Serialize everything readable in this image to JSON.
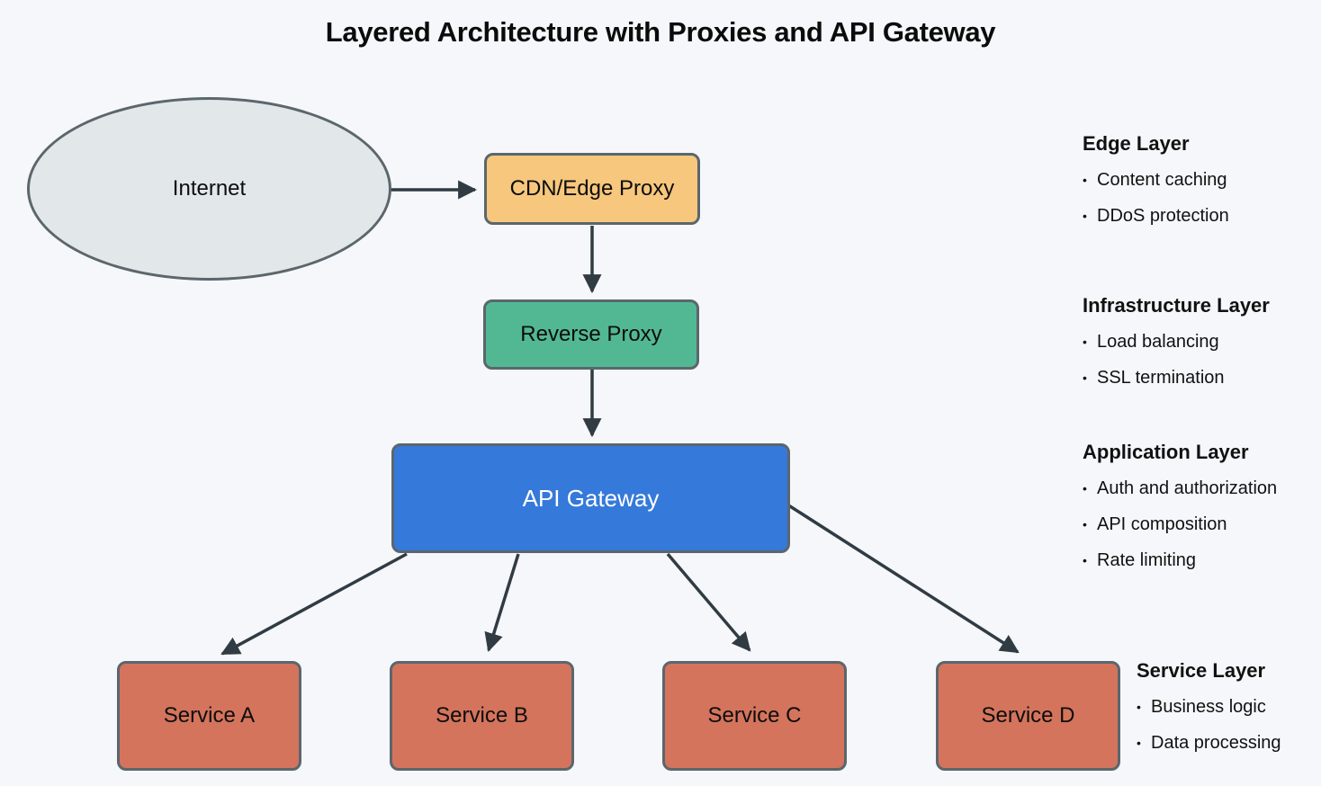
{
  "title": "Layered Architecture with Proxies and API Gateway",
  "nodes": {
    "internet": {
      "label": "Internet",
      "fill": "#e2e7ea"
    },
    "cdn": {
      "label": "CDN/Edge Proxy",
      "fill": "#f6c77d"
    },
    "reverse_proxy": {
      "label": "Reverse Proxy",
      "fill": "#52b894"
    },
    "api_gateway": {
      "label": "API Gateway",
      "fill": "#3579da"
    },
    "service_a": {
      "label": "Service A",
      "fill": "#d4745c"
    },
    "service_b": {
      "label": "Service B",
      "fill": "#d4745c"
    },
    "service_c": {
      "label": "Service C",
      "fill": "#d4745c"
    },
    "service_d": {
      "label": "Service D",
      "fill": "#d4745c"
    }
  },
  "annotations": [
    {
      "heading": "Edge Layer",
      "items": [
        "Content caching",
        "DDoS protection"
      ]
    },
    {
      "heading": "Infrastructure Layer",
      "items": [
        "Load balancing",
        "SSL termination"
      ]
    },
    {
      "heading": "Application Layer",
      "items": [
        "Auth and authorization",
        "API composition",
        "Rate limiting"
      ]
    },
    {
      "heading": "Service Layer",
      "items": [
        "Business logic",
        "Data processing"
      ]
    }
  ],
  "colors": {
    "background": "#f5f7fa",
    "node_border": "#5b666d",
    "arrow": "#313b43",
    "title_text": "#0b0b0b",
    "gateway_text": "#ffffff"
  }
}
